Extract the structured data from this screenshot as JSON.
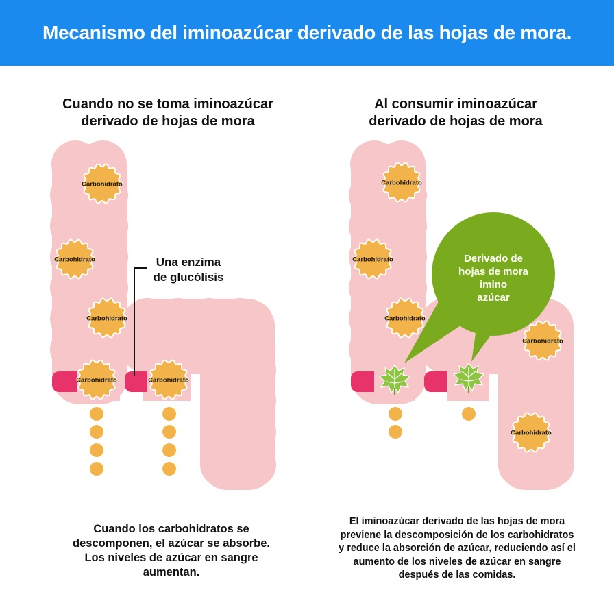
{
  "title": "Mecanismo del iminoazúcar derivado de las hojas de mora.",
  "left_panel": {
    "subtitle_line1": "Cuando no se toma iminoazúcar",
    "subtitle_line2": "derivado de hojas de mora",
    "enzyme_line1": "Una enzima",
    "enzyme_line2": "de glucólisis",
    "carb_label": "Carbohidrato",
    "caption_lines": [
      "Cuando los carbohidratos se",
      "descomponen, el azúcar se absorbe.",
      "Los niveles de azúcar en sangre",
      "aumentan."
    ]
  },
  "right_panel": {
    "subtitle_line1": "Al consumir iminoazúcar",
    "subtitle_line2": "derivado de hojas de mora",
    "bubble_lines": [
      "Derivado de",
      "hojas de mora",
      "imino",
      "azúcar"
    ],
    "carb_label": "Carbohidrato",
    "caption_lines": [
      "El iminoazúcar derivado de las hojas de mora",
      "previene la descomposición de los carbohidratos",
      "y reduce la absorción de azúcar, reduciendo así el",
      "aumento de los niveles de azúcar en sangre",
      "después de las comidas."
    ]
  },
  "colors": {
    "header": "#1a8aee",
    "intestine": "#f7c6c8",
    "carbohydrate": "#f2b44a",
    "enzyme": "#e8336a",
    "sugar": "#f2b44a",
    "bubble": "#7aab1e",
    "leaf": "#8cc63f"
  }
}
